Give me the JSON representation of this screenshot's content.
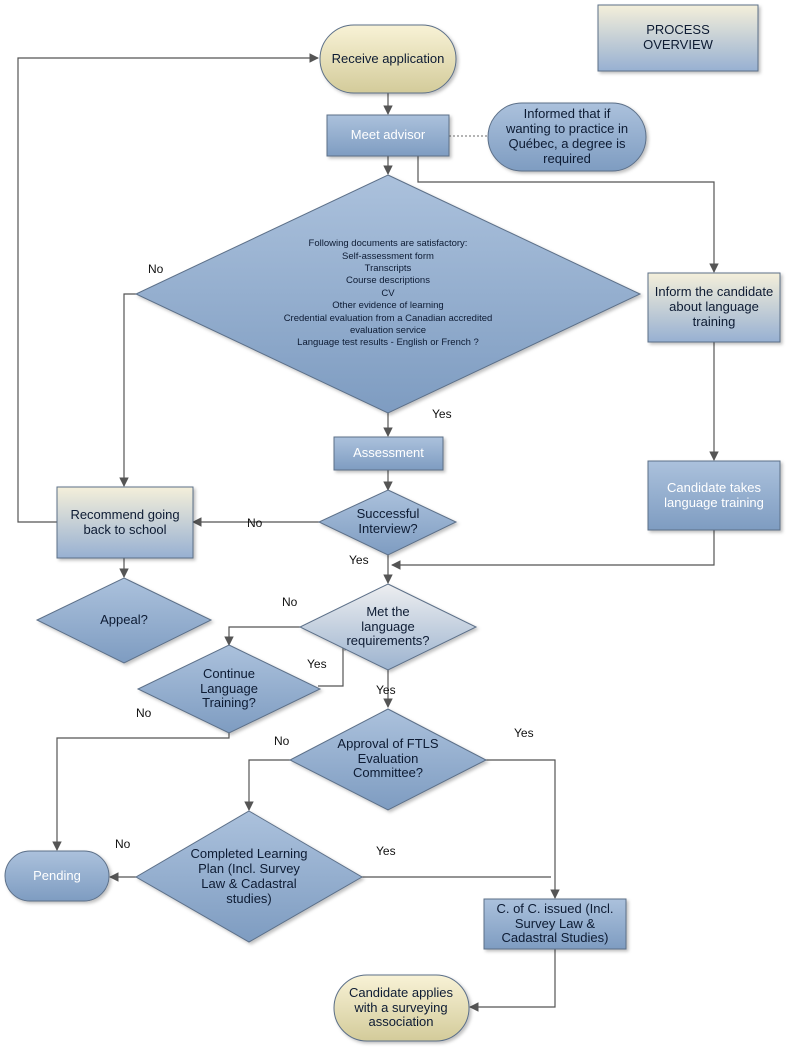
{
  "overview": "PROCESS\nOVERVIEW",
  "nodes": {
    "receive": "Receive application",
    "advisor": "Meet advisor",
    "informed": "Informed that if wanting to practice in Québec, a degree is required",
    "documents": "Following documents are satisfactory:\nSelf-assessment form\nTranscripts\nCourse descriptions\nCV\nOther evidence of learning\nCredential evaluation from a Canadian accredited\nevaluation service\nLanguage test results - English or French ?",
    "inform_lang": "Inform the candidate about language training",
    "takes_lang": "Candidate takes language training",
    "assessment": "Assessment",
    "interview": "Successful Interview?",
    "recommend": "Recommend going back to school",
    "appeal": "Appeal?",
    "met_lang": "Met the language requirements?",
    "continue_lang": "Continue Language Training?",
    "approval": "Approval of FTLS Evaluation Committee?",
    "learning_plan": "Completed Learning Plan (Incl. Survey Law & Cadastral studies)",
    "pending": "Pending",
    "coc": "C. of C. issued (Incl. Survey Law & Cadastral Studies)",
    "applies": "Candidate applies with a surveying association"
  },
  "edges": {
    "yes": "Yes",
    "no": "No"
  },
  "colors": {
    "blue_top": "#a8bfda",
    "blue_bottom": "#7f9dc2",
    "cream_top": "#f6f0d2",
    "cream_bottom": "#d4cd9d",
    "grad_cream": "#f3eed8",
    "grad_blue": "#98b1d3",
    "stroke": "#5c6f88",
    "line": "#555555"
  }
}
